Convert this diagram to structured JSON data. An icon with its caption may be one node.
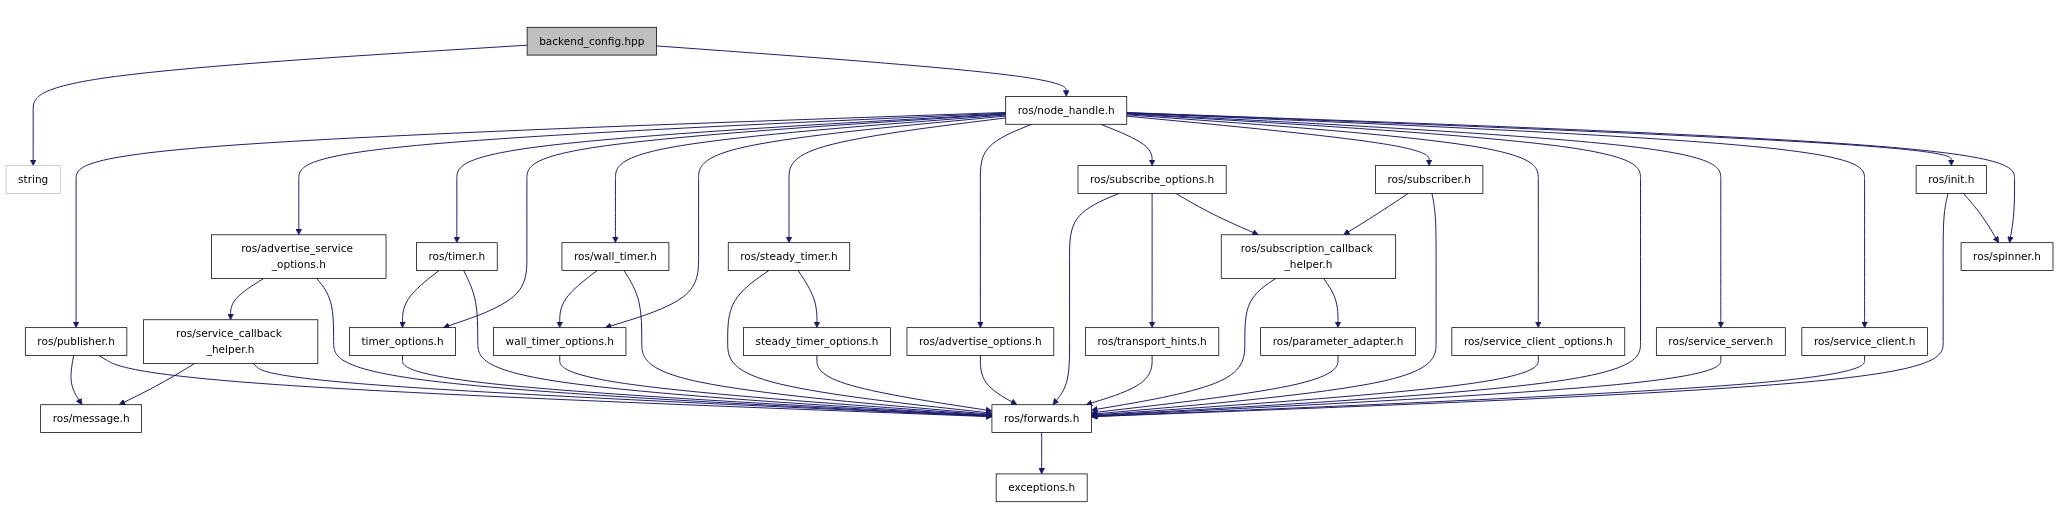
{
  "diagram": {
    "nodes": [
      {
        "text": [
          "backend_config.hpp"
        ]
      },
      {
        "text": [
          "string"
        ]
      },
      {
        "text": [
          "ros/node_handle.h"
        ]
      },
      {
        "text": [
          "ros/timer.h"
        ]
      },
      {
        "text": [
          "ros/wall_timer.h"
        ]
      },
      {
        "text": [
          "ros/subscribe_options.h"
        ]
      },
      {
        "text": [
          "ros/subscriber.h"
        ]
      },
      {
        "text": [
          "ros/service_client _options.h"
        ]
      },
      {
        "text": [
          "ros/init.h"
        ]
      },
      {
        "text": [
          "ros/advertise_service _options.h"
        ]
      },
      {
        "text": [
          "timer_options.h"
        ]
      },
      {
        "text": [
          "wall_timer_options.h"
        ]
      },
      {
        "text": [
          "ros/steady_timer.h"
        ]
      },
      {
        "text": [
          "ros/subscription_callback _helper.h"
        ]
      },
      {
        "text": [
          "ros/service_client.h"
        ]
      },
      {
        "text": [
          "ros/spinner.h"
        ]
      },
      {
        "text": [
          "ros/publisher.h"
        ]
      },
      {
        "text": [
          "ros/service_callback _helper.h"
        ]
      },
      {
        "text": [
          "steady_timer_options.h"
        ]
      },
      {
        "text": [
          "ros/advertise_options.h"
        ]
      },
      {
        "text": [
          "ros/transport_hints.h"
        ]
      },
      {
        "text": [
          "ros/parameter_adapter.h"
        ]
      },
      {
        "text": [
          "ros/service_server.h"
        ]
      },
      {
        "text": [
          "ros/message.h"
        ]
      },
      {
        "text": [
          "ros/forwards.h"
        ]
      },
      {
        "text": [
          "exceptions.h"
        ]
      }
    ],
    "edges": [
      {
        "from": 0,
        "to": 1,
        "arrow": "to"
      },
      {
        "from": 0,
        "to": 2,
        "arrow": "to"
      },
      {
        "from": 2,
        "to": 16,
        "arrow": "to"
      },
      {
        "from": 2,
        "to": 9,
        "arrow": "to"
      },
      {
        "from": 2,
        "to": 3,
        "arrow": "to"
      },
      {
        "from": 2,
        "to": 10,
        "arrow": "to"
      },
      {
        "from": 2,
        "to": 4,
        "arrow": "to"
      },
      {
        "from": 2,
        "to": 11,
        "arrow": "to"
      },
      {
        "from": 2,
        "to": 12,
        "arrow": "to"
      },
      {
        "from": 2,
        "to": 19,
        "arrow": "to"
      },
      {
        "from": 2,
        "to": 5,
        "arrow": "to"
      },
      {
        "from": 2,
        "to": 6,
        "arrow": "to"
      },
      {
        "from": 2,
        "to": 7,
        "arrow": "to"
      },
      {
        "from": 2,
        "to": 24,
        "arrow": "to"
      },
      {
        "from": 2,
        "to": 22,
        "arrow": "to"
      },
      {
        "from": 2,
        "to": 14,
        "arrow": "to"
      },
      {
        "from": 2,
        "to": 8,
        "arrow": "to"
      },
      {
        "from": 2,
        "to": 15,
        "arrow": "to"
      },
      {
        "from": 3,
        "to": 10,
        "arrow": "to"
      },
      {
        "from": 3,
        "to": 24,
        "arrow": "to"
      },
      {
        "from": 4,
        "to": 11,
        "arrow": "to"
      },
      {
        "from": 4,
        "to": 24,
        "arrow": "to"
      },
      {
        "from": 5,
        "to": 24,
        "arrow": "to"
      },
      {
        "from": 5,
        "to": 20,
        "arrow": "to"
      },
      {
        "from": 5,
        "to": 13,
        "arrow": "to"
      },
      {
        "from": 6,
        "to": 13,
        "arrow": "to"
      },
      {
        "from": 6,
        "to": 24,
        "arrow": "to"
      },
      {
        "from": 7,
        "to": 24,
        "arrow": "to"
      },
      {
        "from": 8,
        "to": 24,
        "arrow": "to"
      },
      {
        "from": 8,
        "to": 15,
        "arrow": "to"
      },
      {
        "from": 9,
        "to": 17,
        "arrow": "to"
      },
      {
        "from": 9,
        "to": 24,
        "arrow": "to"
      },
      {
        "from": 10,
        "to": 24,
        "arrow": "to"
      },
      {
        "from": 11,
        "to": 24,
        "arrow": "to"
      },
      {
        "from": 12,
        "to": 24,
        "arrow": "to"
      },
      {
        "from": 12,
        "to": 18,
        "arrow": "to"
      },
      {
        "from": 13,
        "to": 24,
        "arrow": "to"
      },
      {
        "from": 13,
        "to": 21,
        "arrow": "to"
      },
      {
        "from": 14,
        "to": 24,
        "arrow": "to"
      },
      {
        "from": 16,
        "to": 23,
        "arrow": "to"
      },
      {
        "from": 16,
        "to": 24,
        "arrow": "to"
      },
      {
        "from": 17,
        "to": 23,
        "arrow": "to"
      },
      {
        "from": 17,
        "to": 24,
        "arrow": "to"
      },
      {
        "from": 18,
        "to": 24,
        "arrow": "to"
      },
      {
        "from": 19,
        "to": 24,
        "arrow": "to"
      },
      {
        "from": 20,
        "to": 24,
        "arrow": "to"
      },
      {
        "from": 21,
        "to": 24,
        "arrow": "to"
      },
      {
        "from": 22,
        "to": 24,
        "arrow": "to"
      },
      {
        "from": 24,
        "to": 25,
        "arrow": "to"
      }
    ]
  }
}
